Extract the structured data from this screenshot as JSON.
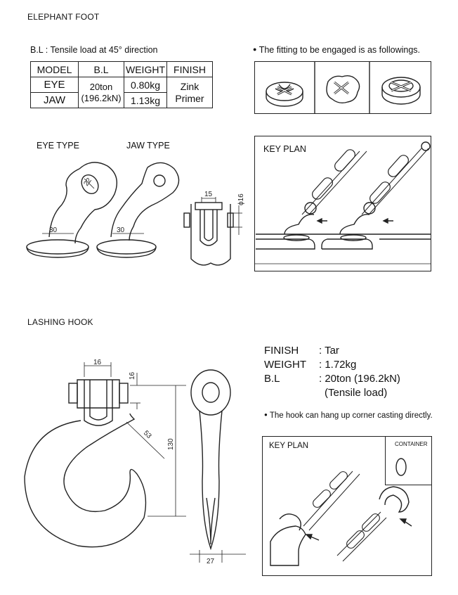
{
  "elephant_foot": {
    "title": "ELEPHANT FOOT",
    "bl_note": "B.L : Tensile load at 45° direction",
    "fitting_note": "The fitting to be engaged is as followings.",
    "table": {
      "headers": [
        "MODEL",
        "B.L",
        "WEIGHT",
        "FINISH"
      ],
      "model_eye": "EYE",
      "model_jaw": "JAW",
      "bl_line1": "20ton",
      "bl_line2": "(196.2kN)",
      "weight_eye": "0.80kg",
      "weight_jaw": "1.13kg",
      "finish_line1": "Zink",
      "finish_line2": "Primer"
    },
    "eye_type_label": "EYE TYPE",
    "jaw_type_label": "JAW TYPE",
    "key_plan_label": "KEY PLAN",
    "dims": {
      "eye_hole": "22",
      "eye_base": "30",
      "jaw_base": "30",
      "jaw_width": "15",
      "pin_dia": "ϕ16"
    }
  },
  "lashing_hook": {
    "title": "LASHING HOOK",
    "finish_key": "FINISH",
    "finish_val": ": Tar",
    "weight_key": "WEIGHT",
    "weight_val": ": 1.72kg",
    "bl_key": "B.L",
    "bl_val": ": 20ton (196.2kN)",
    "bl_note": "(Tensile load)",
    "hook_note": "The hook can hang up corner casting directly.",
    "key_plan_label": "KEY PLAN",
    "container_label": "CONTAINER",
    "dims": {
      "top_width": "16",
      "top_gap": "16",
      "radius": "53",
      "height": "130",
      "shank": "27"
    }
  }
}
